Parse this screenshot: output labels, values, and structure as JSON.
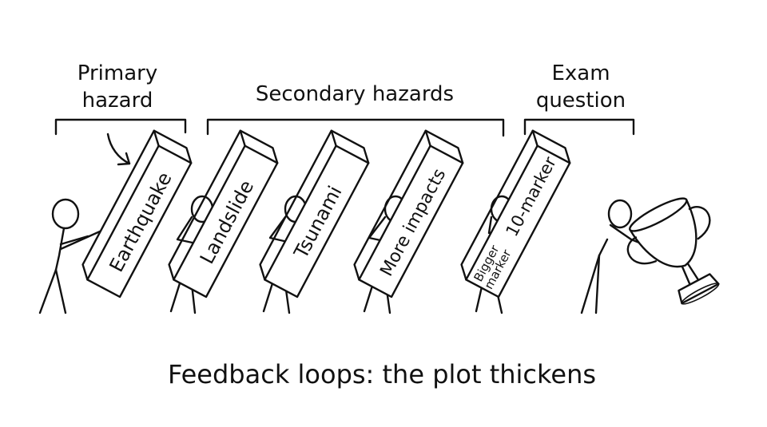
{
  "brackets": {
    "primary": {
      "line1": "Primary",
      "line2": "hazard"
    },
    "secondary": {
      "label": "Secondary hazards"
    },
    "exam": {
      "line1": "Exam",
      "line2": "question"
    }
  },
  "dominoes": [
    {
      "label": "Earthquake"
    },
    {
      "label": "Landslide"
    },
    {
      "label": "Tsunami"
    },
    {
      "label": "More impacts"
    },
    {
      "label_line1": "Bigger",
      "label_line2": "marker",
      "label_line3": "10-marker"
    }
  ],
  "caption": "Feedback loops: the plot thickens"
}
